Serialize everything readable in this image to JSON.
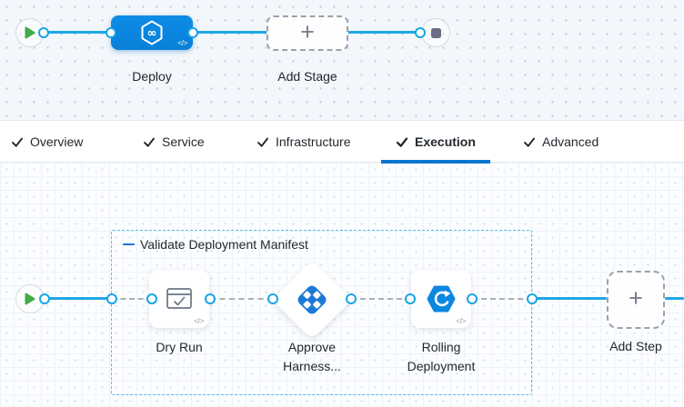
{
  "stage_pipeline": {
    "stage": {
      "label": "Deploy"
    },
    "add_stage": {
      "label": "Add Stage"
    }
  },
  "tabs": {
    "items": [
      {
        "label": "Overview"
      },
      {
        "label": "Service"
      },
      {
        "label": "Infrastructure"
      },
      {
        "label": "Execution"
      },
      {
        "label": "Advanced"
      }
    ],
    "active": "Execution"
  },
  "execution": {
    "group": {
      "label": "Validate Deployment Manifest"
    },
    "steps": [
      {
        "label": "Dry Run",
        "type": "step"
      },
      {
        "label": "Approve Harness...",
        "type": "approval"
      },
      {
        "label": "Rolling Deployment",
        "type": "step"
      }
    ],
    "add_step": {
      "label": "Add Step"
    }
  },
  "icons": {
    "plus": "+",
    "code": "</>",
    "infinity": "∞"
  },
  "colors": {
    "flow_line": "#1ea7e4",
    "stage_node": "#0b87e0",
    "tab_underline": "#0b76d0",
    "group_border": "#55c0e9",
    "play_green": "#42ab47",
    "stop_gray": "#6a6f86",
    "icon_blue": "#1d79d8"
  }
}
